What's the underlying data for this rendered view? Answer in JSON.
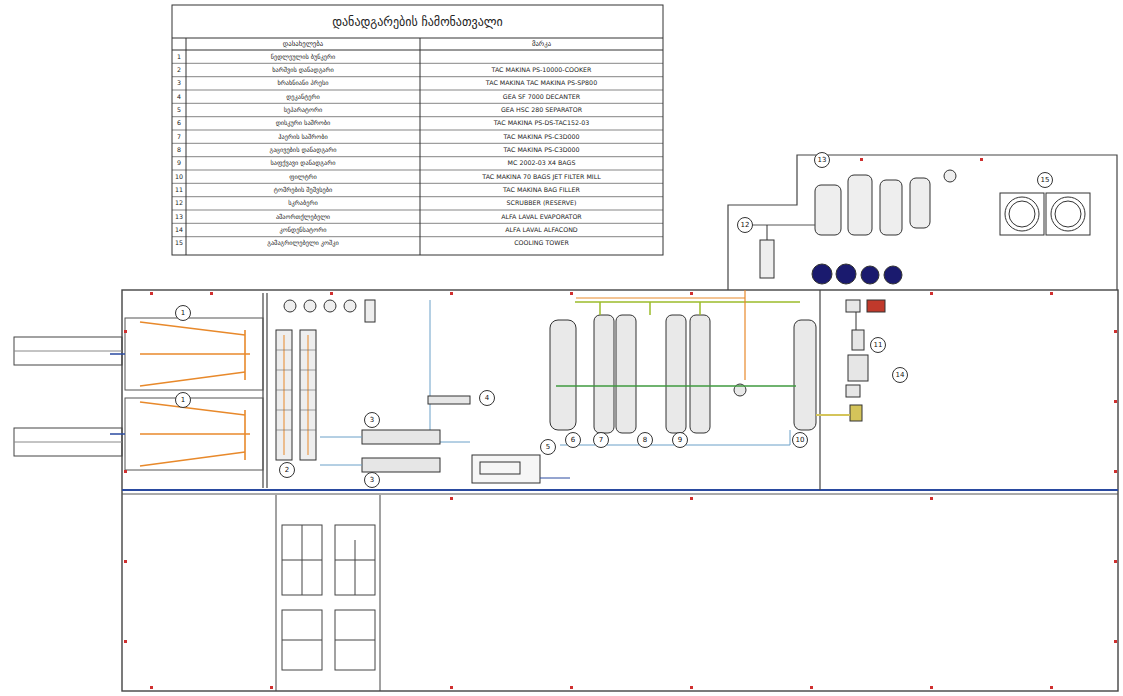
{
  "diagram": {
    "title": "დანადგარების ჩამონათვალი",
    "labels": [
      "დასახელება",
      "მარკა",
      "1",
      "ნედლეულის ბუნკერი",
      "2",
      "ხარშვის დანადგარი",
      "TAC MAKINA PS-10000-COOKER",
      "3",
      "ხრახნიანი პრესი",
      "TAC MAKINA TAC MAKINA PS-SP800",
      "4",
      "დეკანტერი",
      "GEA SF 7000 DECANTER",
      "5",
      "სეპარატორი",
      "GEA HSC 280 SEPARATOR",
      "6",
      "დისკური საშრობი",
      "TAC MAKINA PS-DS-TAC152-03",
      "7",
      "ჰაერის საშრობი",
      "TAC MAKINA PS-C3D000",
      "8",
      "გაცივების დანადგარი",
      "TAC MAKINA PS-C3D000",
      "9",
      "საფქვავი დანადგარი",
      "MC 2002-03 X4 BAGS",
      "10",
      "ფილტრი",
      "TAC MAKINA 70 BAGS JET FILTER MILL",
      "11",
      "ტომრების შემვსები",
      "TAC MAKINA BAG FILLER",
      "12",
      "სკრაბერი",
      "SCRUBBER (RESERVE)",
      "13",
      "ამაორთქლებელი",
      "ALFA LAVAL EVAPORATOR",
      "14",
      "კონდენსატორი",
      "ALFA LAVAL ALFACOND",
      "15",
      "გამაგრილებელი კოშკი",
      "COOLING TOWER",
      "1",
      "1",
      "2",
      "3",
      "3",
      "4",
      "5",
      "6",
      "7",
      "8",
      "9",
      "10",
      "11",
      "12",
      "13",
      "14",
      "15"
    ]
  }
}
